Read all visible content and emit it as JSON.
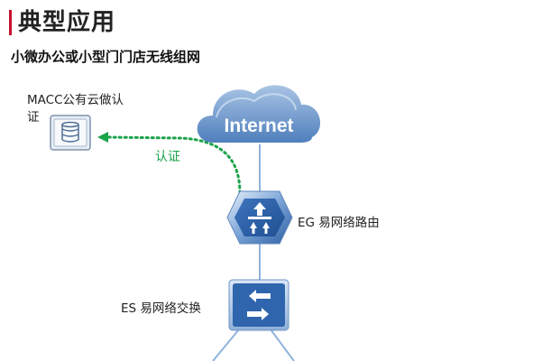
{
  "header": {
    "title": "典型应用",
    "subtitle": "小微办公或小型门门店无线组网",
    "accent_color": "#c8102e"
  },
  "nodes": {
    "cloud": {
      "label": "Internet",
      "icon": "cloud-icon"
    },
    "macc": {
      "label": "MACC公有云做认证",
      "icon": "server-icon"
    },
    "eg": {
      "label": "EG 易网络路由",
      "icon": "router-icon"
    },
    "es": {
      "label": "ES 易网络交换",
      "icon": "switch-icon"
    }
  },
  "edges": {
    "auth": {
      "label": "认证",
      "color": "#1aa34a"
    },
    "link_color": "#8fb3dc"
  }
}
